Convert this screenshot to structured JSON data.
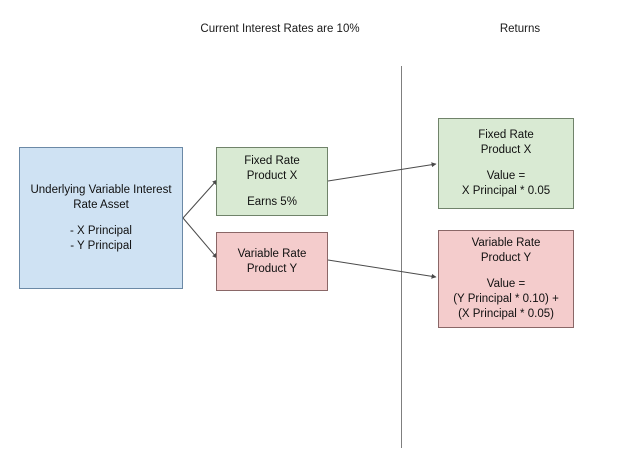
{
  "headers": {
    "left": "Current Interest Rates are 10%",
    "right": "Returns"
  },
  "nodes": {
    "underlying": {
      "line1": "Underlying Variable Interest",
      "line2": "Rate Asset",
      "line3": "- X Principal",
      "line4": "- Y Principal",
      "color": "#cfe2f3"
    },
    "fixed_mid": {
      "line1": "Fixed Rate",
      "line2": "Product X",
      "line3": "Earns 5%",
      "color": "#d9ead3"
    },
    "variable_mid": {
      "line1": "Variable Rate",
      "line2": "Product Y",
      "color": "#f4cccc"
    },
    "fixed_return": {
      "line1": "Fixed Rate",
      "line2": "Product X",
      "line3": "Value =",
      "line4": "X Principal * 0.05",
      "color": "#d9ead3"
    },
    "variable_return": {
      "line1": "Variable Rate",
      "line2": "Product Y",
      "line3": "Value =",
      "line4": "(Y Principal * 0.10) +",
      "line5": "(X Principal * 0.05)",
      "color": "#f4cccc"
    }
  },
  "edges": {
    "stroke": "#4a4a4a",
    "divider_color": "#7f7f7f"
  }
}
